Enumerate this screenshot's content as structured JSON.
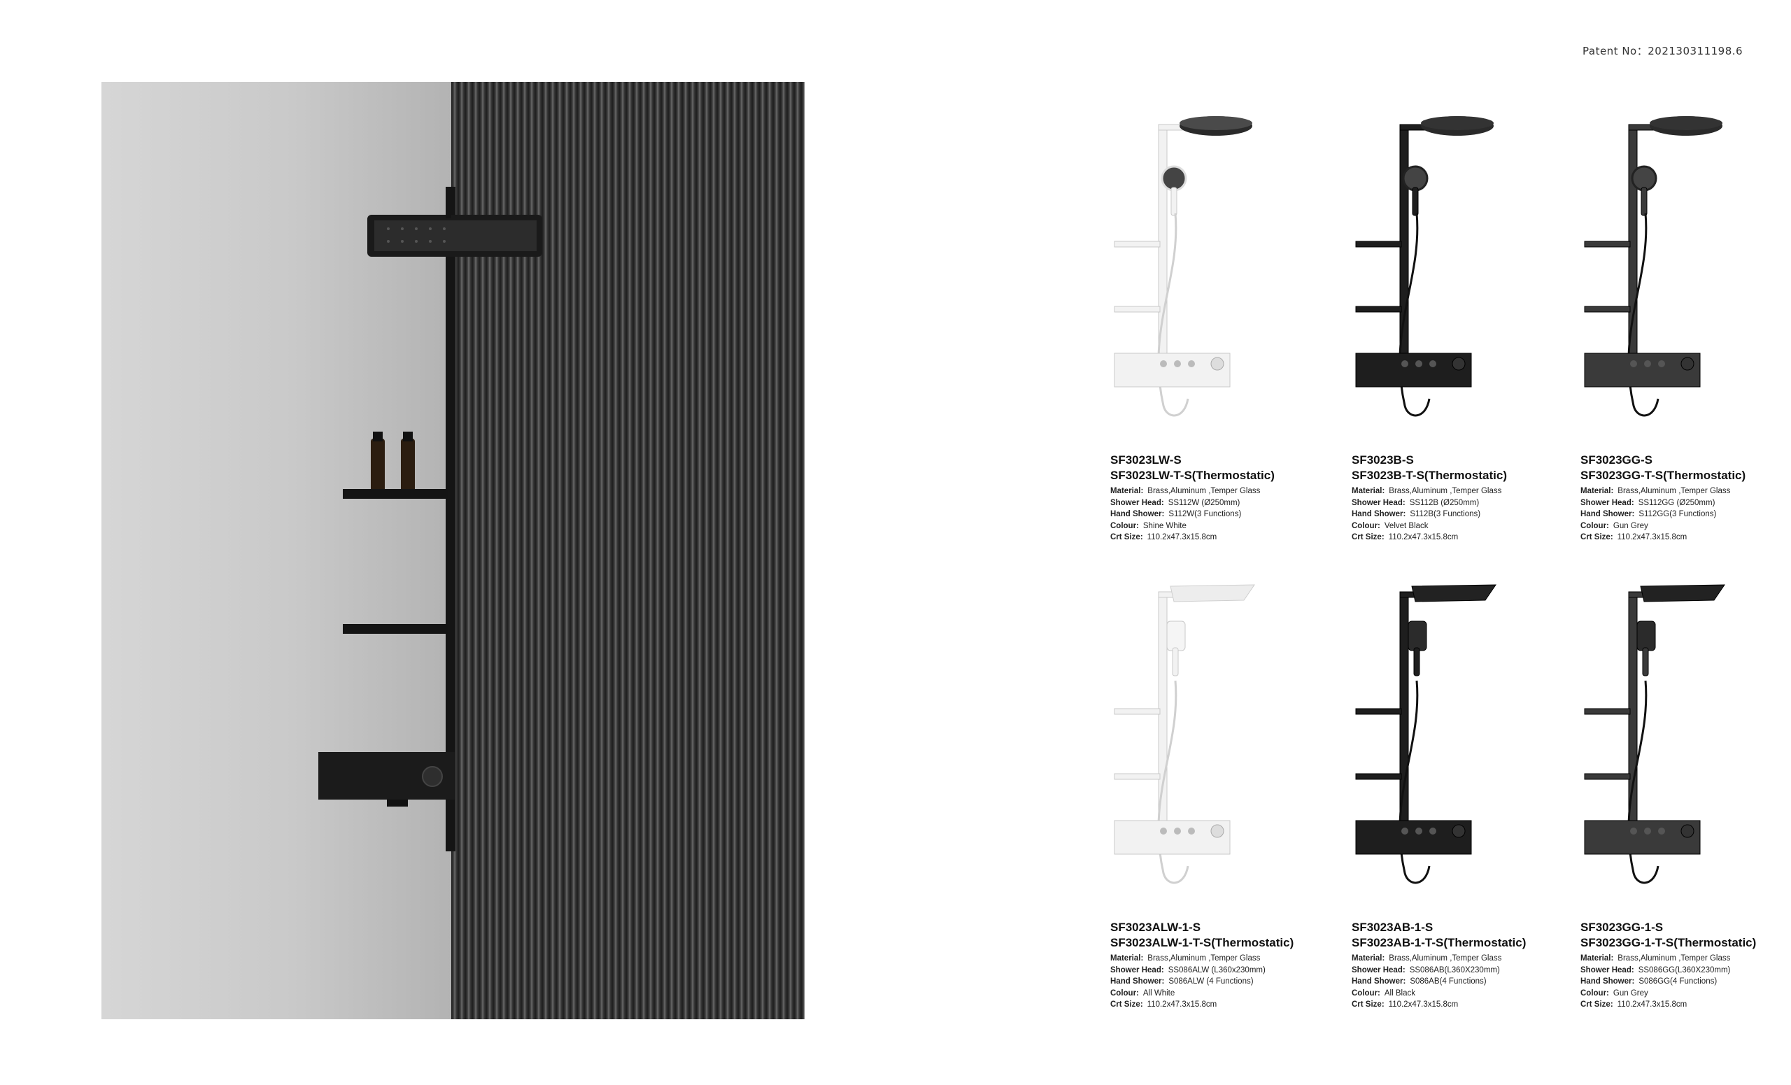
{
  "patent": "Patent No：202130311198.6",
  "hero": {
    "alt_icon": "shower-panel-photo"
  },
  "products": [
    {
      "model1": "SF3023LW-S",
      "model2": "SF3023LW-T-S(Thermostatic)",
      "finish": "#f2f2f2",
      "head": "round",
      "labels": {
        "material": "Material:",
        "shower_head": "Shower Head:",
        "hand_shower": "Hand Shower:",
        "colour": "Colour:",
        "size": "Crt Size:"
      },
      "material": "Brass,Aluminum ,Temper Glass",
      "shower_head": "SS112W (Ø250mm)",
      "hand_shower": "S112W(3 Functions)",
      "colour": "Shine White",
      "size": "110.2x47.3x15.8cm"
    },
    {
      "model1": "SF3023B-S",
      "model2": "SF3023B-T-S(Thermostatic)",
      "finish": "#1e1e1e",
      "head": "round",
      "labels": {
        "material": "Material:",
        "shower_head": "Shower Head:",
        "hand_shower": "Hand Shower:",
        "colour": "Colour:",
        "size": "Crt Size:"
      },
      "material": "Brass,Aluminum ,Temper Glass",
      "shower_head": "SS112B (Ø250mm)",
      "hand_shower": "S112B(3 Functions)",
      "colour": "Velvet Black",
      "size": "110.2x47.3x15.8cm"
    },
    {
      "model1": "SF3023GG-S",
      "model2": "SF3023GG-T-S(Thermostatic)",
      "finish": "#3a3a3a",
      "head": "round",
      "labels": {
        "material": "Material:",
        "shower_head": "Shower Head:",
        "hand_shower": "Hand Shower:",
        "colour": "Colour:",
        "size": "Crt Size:"
      },
      "material": "Brass,Aluminum ,Temper Glass",
      "shower_head": "SS112GG (Ø250mm)",
      "hand_shower": "S112GG(3 Functions)",
      "colour": "Gun Grey",
      "size": "110.2x47.3x15.8cm"
    },
    {
      "model1": "SF3023ALW-1-S",
      "model2": "SF3023ALW-1-T-S(Thermostatic)",
      "finish": "#f2f2f2",
      "head": "square",
      "labels": {
        "material": "Material:",
        "shower_head": "Shower Head:",
        "hand_shower": "Hand Shower:",
        "colour": "Colour:",
        "size": "Crt Size:"
      },
      "material": "Brass,Aluminum ,Temper Glass",
      "shower_head": "SS086ALW (L360x230mm)",
      "hand_shower": "S086ALW (4 Functions)",
      "colour": "All White",
      "size": "110.2x47.3x15.8cm"
    },
    {
      "model1": "SF3023AB-1-S",
      "model2": "SF3023AB-1-T-S(Thermostatic)",
      "finish": "#1e1e1e",
      "head": "square",
      "labels": {
        "material": "Material:",
        "shower_head": "Shower Head:",
        "hand_shower": "Hand Shower:",
        "colour": "Colour:",
        "size": "Crt Size:"
      },
      "material": "Brass,Aluminum ,Temper Glass",
      "shower_head": "SS086AB(L360X230mm)",
      "hand_shower": "S086AB(4 Functions)",
      "colour": "All Black",
      "size": "110.2x47.3x15.8cm"
    },
    {
      "model1": "SF3023GG-1-S",
      "model2": "SF3023GG-1-T-S(Thermostatic)",
      "finish": "#3a3a3a",
      "head": "square",
      "labels": {
        "material": "Material:",
        "shower_head": "Shower Head:",
        "hand_shower": "Hand Shower:",
        "colour": "Colour:",
        "size": "Crt Size:"
      },
      "material": "Brass,Aluminum ,Temper Glass",
      "shower_head": "SS086GG(L360X230mm)",
      "hand_shower": "S086GG(4 Functions)",
      "colour": "Gun Grey",
      "size": "110.2x47.3x15.8cm"
    }
  ]
}
